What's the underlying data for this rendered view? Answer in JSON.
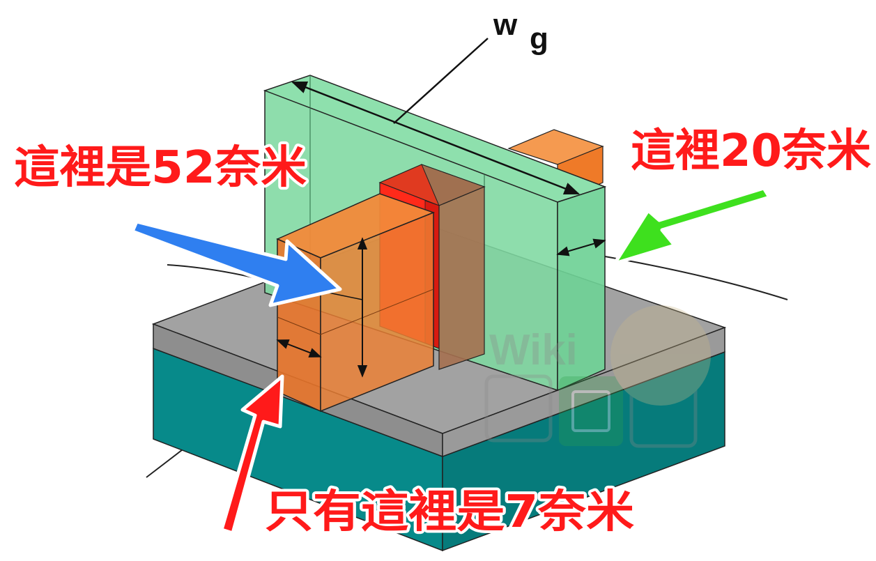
{
  "diagram": {
    "gate_width_label_main": "W",
    "gate_width_label_sub": "g",
    "watermark_text": "Wiki",
    "annotations": {
      "fin_height": "這裡是52奈米",
      "gate_thickness": "這裡20奈米",
      "fin_width": "只有這裡是7奈米"
    },
    "colors": {
      "substrate_top": "#a2a2a2",
      "substrate_side": "#078a8a",
      "gate": "#7ed8a0",
      "fin": "#f07a2a",
      "channel": "#ff2a1a",
      "arrow_blue": "#2f7ff0",
      "arrow_green": "#3ee01e",
      "arrow_red": "#ff1a1a"
    }
  }
}
